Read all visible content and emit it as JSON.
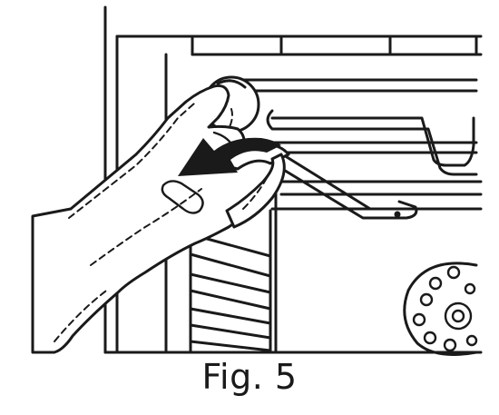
{
  "figure": {
    "caption": "Fig. 5",
    "ink_color": "#1a1a1a",
    "background_color": "#ffffff",
    "icons": [
      "oven-cavity",
      "shelf-support-rack",
      "top-heating-element",
      "fan-cover",
      "gloved-hand",
      "rotation-arrow",
      "lamp-cover"
    ]
  }
}
